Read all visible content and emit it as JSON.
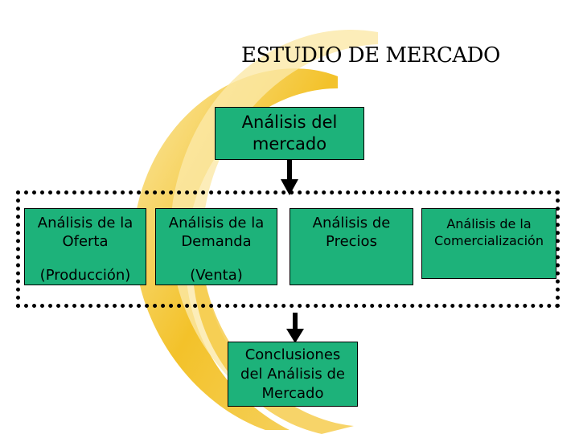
{
  "title": "ESTUDIO DE MERCADO",
  "nodes": {
    "mercado": [
      "Análisis del",
      "mercado"
    ],
    "oferta": [
      "Análisis de la",
      "Oferta",
      "(Producción)"
    ],
    "demanda": [
      "Análisis de la",
      "Demanda",
      "(Venta)"
    ],
    "precios": [
      "Análisis de",
      "Precios"
    ],
    "comercializacion": [
      "Análisis de la",
      "Comercialización"
    ],
    "conclusiones": [
      "Conclusiones",
      "del Análisis de",
      "Mercado"
    ]
  },
  "colors": {
    "box_fill": "#1db27a",
    "logo_gold": "#f3c22a",
    "logo_light": "#fbe9a8"
  }
}
